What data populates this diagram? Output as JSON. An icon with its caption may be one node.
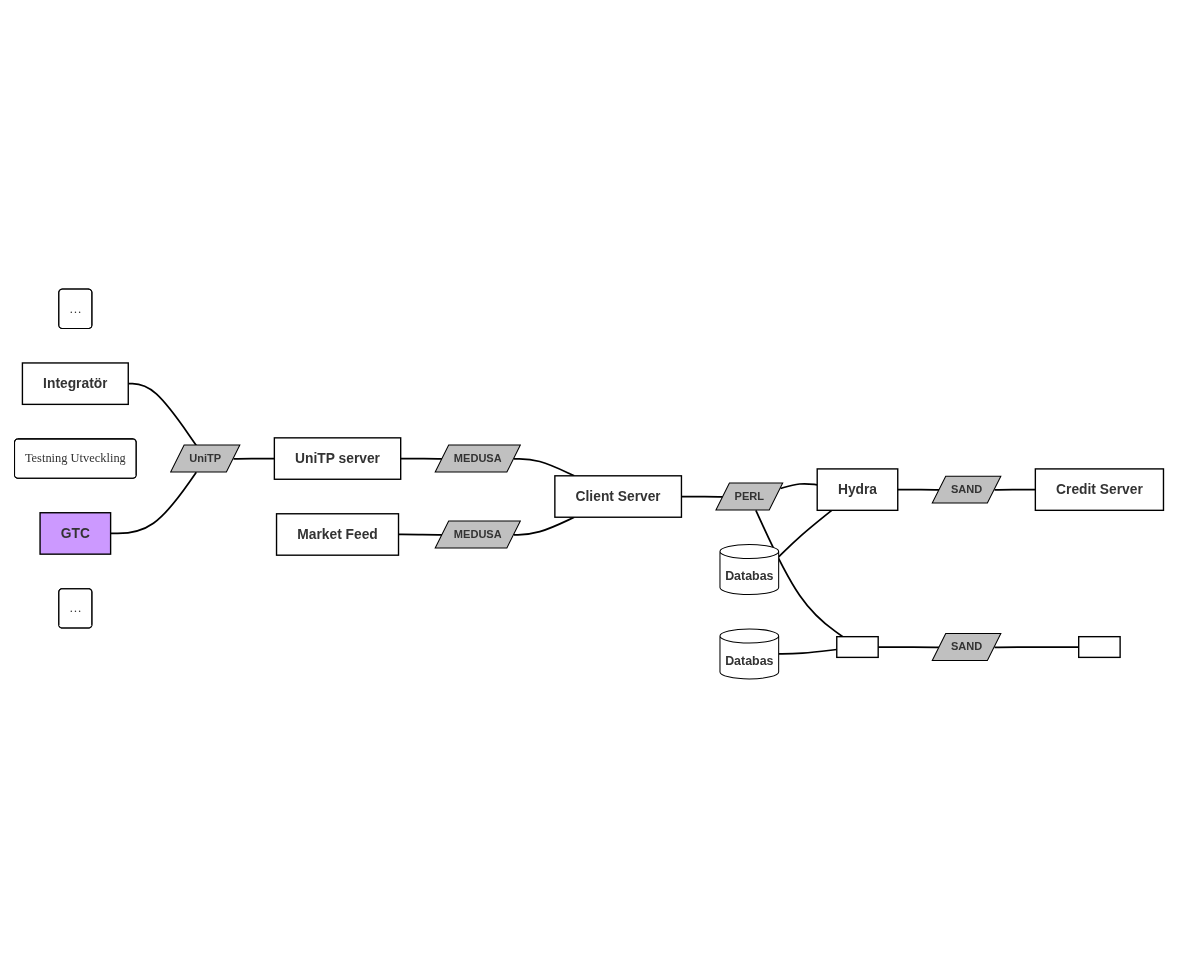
{
  "diagram": {
    "nodes": [
      {
        "text": [
          "…"
        ]
      },
      {
        "text": [
          "Integratör"
        ]
      },
      {
        "text": [
          "Testning Utveckling"
        ]
      },
      {
        "text": [
          "GTC"
        ]
      },
      {
        "text": [
          "…"
        ]
      },
      {
        "text": [
          "Market Feed"
        ]
      },
      {
        "text": [
          "UniTP"
        ]
      },
      {
        "text": [
          "UniTP server"
        ]
      },
      {
        "text": [
          "MEDUSA"
        ]
      },
      {
        "text": [
          "MEDUSA"
        ]
      },
      {
        "text": [
          "Client Server"
        ]
      },
      {
        "text": [
          "PERL"
        ]
      },
      {
        "text": [],
        "shape": "box"
      },
      {
        "text": [
          "Databas"
        ]
      },
      {
        "text": [
          "Databas"
        ]
      },
      {
        "text": [
          "Hydra"
        ]
      },
      {
        "text": [
          "SAND"
        ]
      },
      {
        "text": [
          "SAND"
        ]
      },
      {
        "text": [],
        "shape": "box"
      },
      {
        "text": [
          "Credit Server"
        ]
      }
    ],
    "edges": [
      {
        "from": 1,
        "to": 6,
        "arrow": "none"
      },
      {
        "from": 3,
        "to": 6,
        "arrow": "none"
      },
      {
        "from": 6,
        "to": 7,
        "arrow": "none"
      },
      {
        "from": 7,
        "to": 8,
        "arrow": "none"
      },
      {
        "from": 8,
        "to": 10,
        "arrow": "none"
      },
      {
        "from": 5,
        "to": 9,
        "arrow": "none"
      },
      {
        "from": 9,
        "to": 10,
        "arrow": "none"
      },
      {
        "from": 10,
        "to": 11,
        "arrow": "none"
      },
      {
        "from": 11,
        "to": 15,
        "arrow": "none"
      },
      {
        "from": 11,
        "to": 12,
        "arrow": "none"
      },
      {
        "from": 13,
        "to": 12,
        "arrow": "none"
      },
      {
        "from": 14,
        "to": 15,
        "arrow": "none"
      },
      {
        "from": 12,
        "to": 16,
        "arrow": "none"
      },
      {
        "from": 16,
        "to": 18,
        "arrow": "none"
      },
      {
        "from": 15,
        "to": 17,
        "arrow": "none"
      },
      {
        "from": 17,
        "to": 19,
        "arrow": "none"
      }
    ]
  }
}
